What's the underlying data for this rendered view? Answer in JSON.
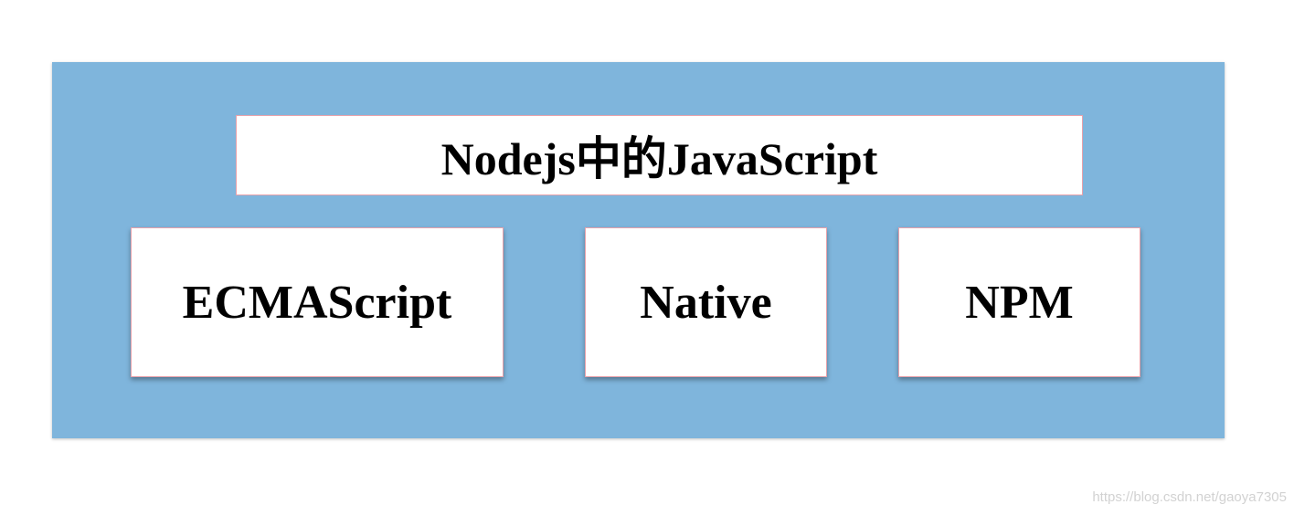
{
  "diagram": {
    "title": "Nodejs中的JavaScript",
    "components": [
      {
        "label": "ECMAScript"
      },
      {
        "label": "Native"
      },
      {
        "label": "NPM"
      }
    ]
  },
  "watermark": "https://blog.csdn.net/gaoya7305",
  "colors": {
    "panel": "#7fb5dc",
    "box": "#ffffff",
    "box_border": "#e7a1aa",
    "text": "#000000"
  }
}
